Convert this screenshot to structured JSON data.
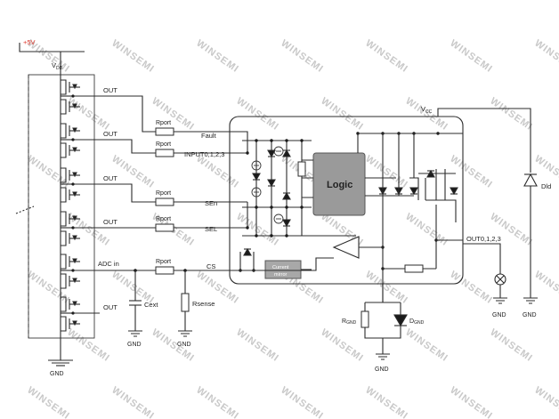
{
  "colors": {
    "supply_label": "#e03a2e",
    "logic_fill": "#9a9a9a",
    "mirror_fill": "#a8a8a8",
    "wire": "#2b2b2b",
    "watermark": "#c9c9c9"
  },
  "labels": {
    "supply": "+5V",
    "vdd": "V",
    "vdd_sub": "DD",
    "out": "OUT",
    "adc_in": "ADC in",
    "rport": "Rport",
    "fault": "Fault",
    "input": "INPUT0,1,2,3",
    "sen": "SEn",
    "sel": "SEL",
    "cs": "CS",
    "logic": "Logic",
    "current_mirror_1": "Current",
    "current_mirror_2": "mirror",
    "vcc": "V",
    "vcc_sub": "CC",
    "out0123": "OUT0,1,2,3",
    "dld": "Dld",
    "cext": "Cext",
    "rsense": "Rsense",
    "rgnd": "R",
    "rgnd_sub": "GND",
    "dgnd": "D",
    "dgnd_sub": "GND",
    "gnd": "GND",
    "watermark": "WINSEMI"
  }
}
